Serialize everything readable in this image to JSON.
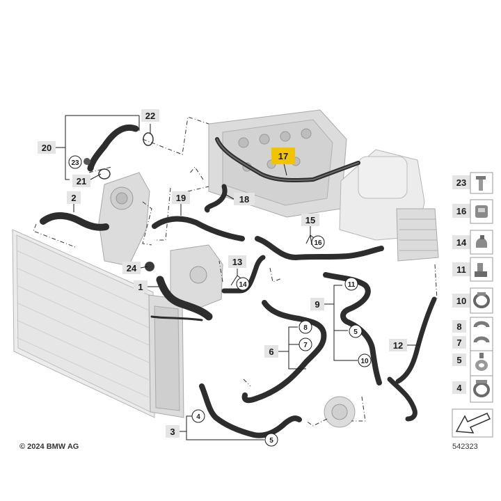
{
  "copyright": "© 2024 BMW AG",
  "diagram_number": "542323",
  "callouts": {
    "c1": "1",
    "c2": "2",
    "c3": "3",
    "c4": "4",
    "c5a": "5",
    "c5b": "5",
    "c6": "6",
    "c7": "7",
    "c8": "8",
    "c9": "9",
    "c10": "10",
    "c11": "11",
    "c12": "12",
    "c13": "13",
    "c14": "14",
    "c15": "15",
    "c16": "16",
    "c17": "17",
    "c19": "19",
    "c18": "18",
    "c20": "20",
    "c21": "21",
    "c22": "22",
    "c23": "23",
    "c24": "24"
  },
  "legend": [
    "23",
    "16",
    "14",
    "11",
    "10",
    "8",
    "7",
    "5",
    "4"
  ],
  "highlight_color": "#f2c400"
}
